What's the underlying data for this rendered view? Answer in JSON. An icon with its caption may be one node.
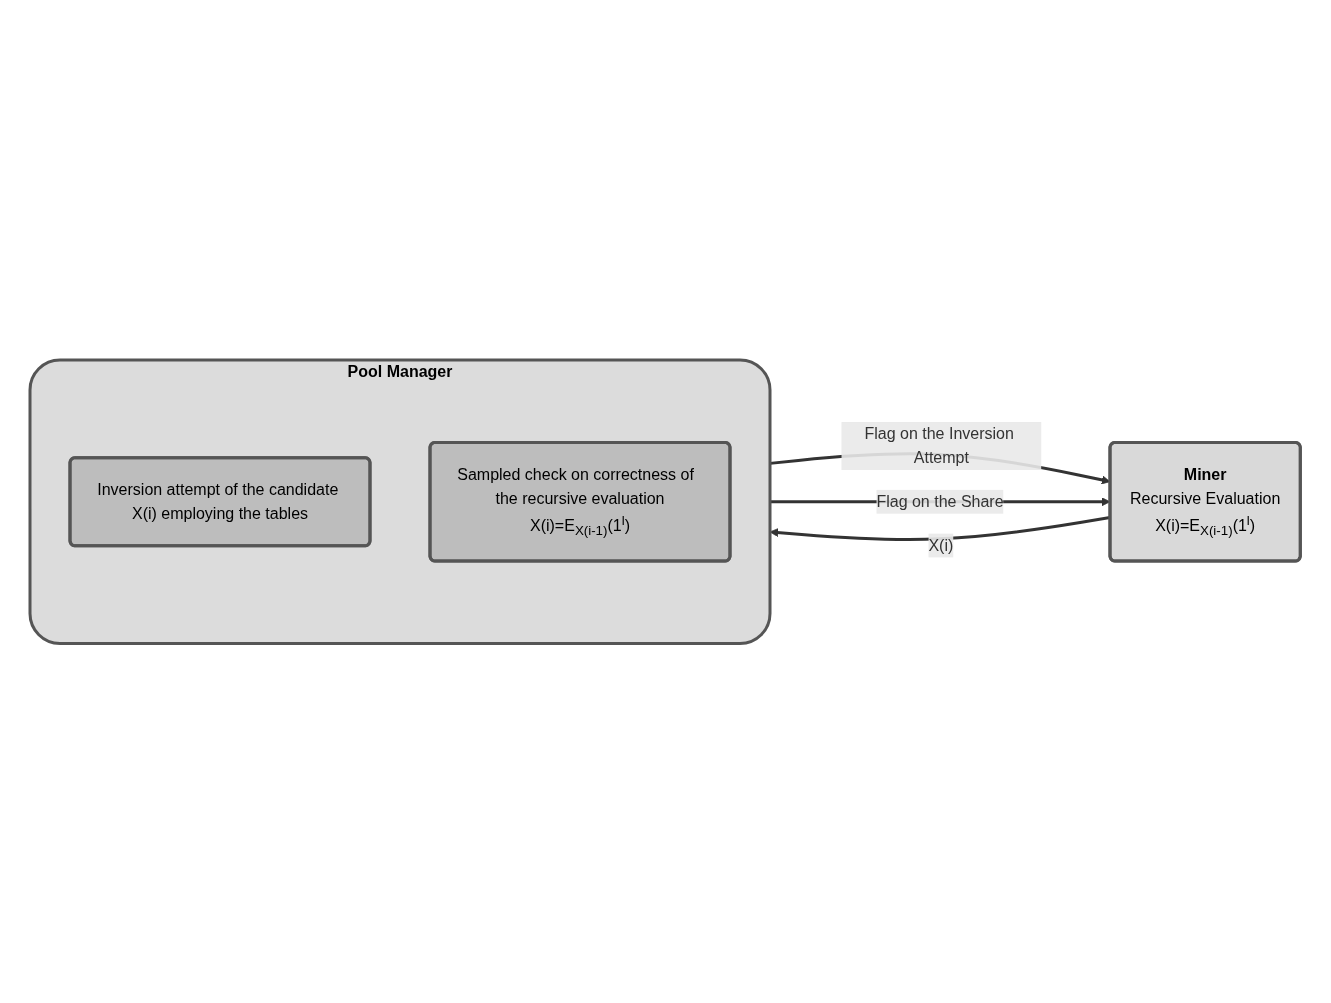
{
  "diagram": {
    "nodes": [
      {
        "text": [
          "Miner",
          "Recursive Evaluation",
          "X(i)=E$_{X(i-1)}$(1$^{l}$)"
        ]
      },
      {
        "text": [
          "Pool Manager"
        ]
      },
      {
        "text": [
          "Inversion attempt of the candidate X(i) employing the tables"
        ],
        "in": 1
      },
      {
        "text": [
          "Sampled check on correctness of  the recursive evaluation",
          "X(i)=E$_{X(i-1)}$(1$^{l}$)"
        ],
        "in": 1
      }
    ],
    "edges": [
      {
        "from": 0,
        "to": 1,
        "arrow": "to",
        "label": "X(i)"
      },
      {
        "from": 1,
        "to": 0,
        "arrow": "to",
        "label": "Flag on the Inversion Attempt"
      },
      {
        "from": 1,
        "to": 0,
        "arrow": "to",
        "label": "Flag on the Share"
      }
    ]
  }
}
